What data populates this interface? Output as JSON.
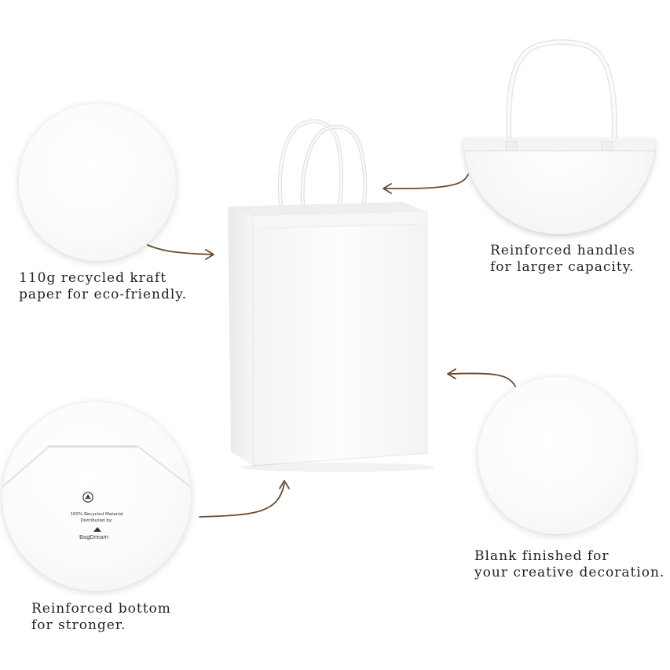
{
  "captions": {
    "paper": [
      "110g recycled kraft",
      "paper for eco-friendly."
    ],
    "handles": [
      "Reinforced handles",
      "for larger capacity."
    ],
    "bottom": [
      "Reinforced bottom",
      "for stronger."
    ],
    "blank": [
      "Blank finished for",
      "your creative decoration."
    ]
  },
  "bottom_label": {
    "material": "100% Recycled Material",
    "distributed": "Distributed by:",
    "brand": "BagDream"
  },
  "icons": {
    "arrows": "curved-arrow-icon",
    "recycle": "recycle-icon",
    "brand_logo": "bagdream-logo-icon"
  },
  "colors": {
    "background": "#ffffff",
    "arrow": "#6b4a2e",
    "text": "#222222"
  }
}
